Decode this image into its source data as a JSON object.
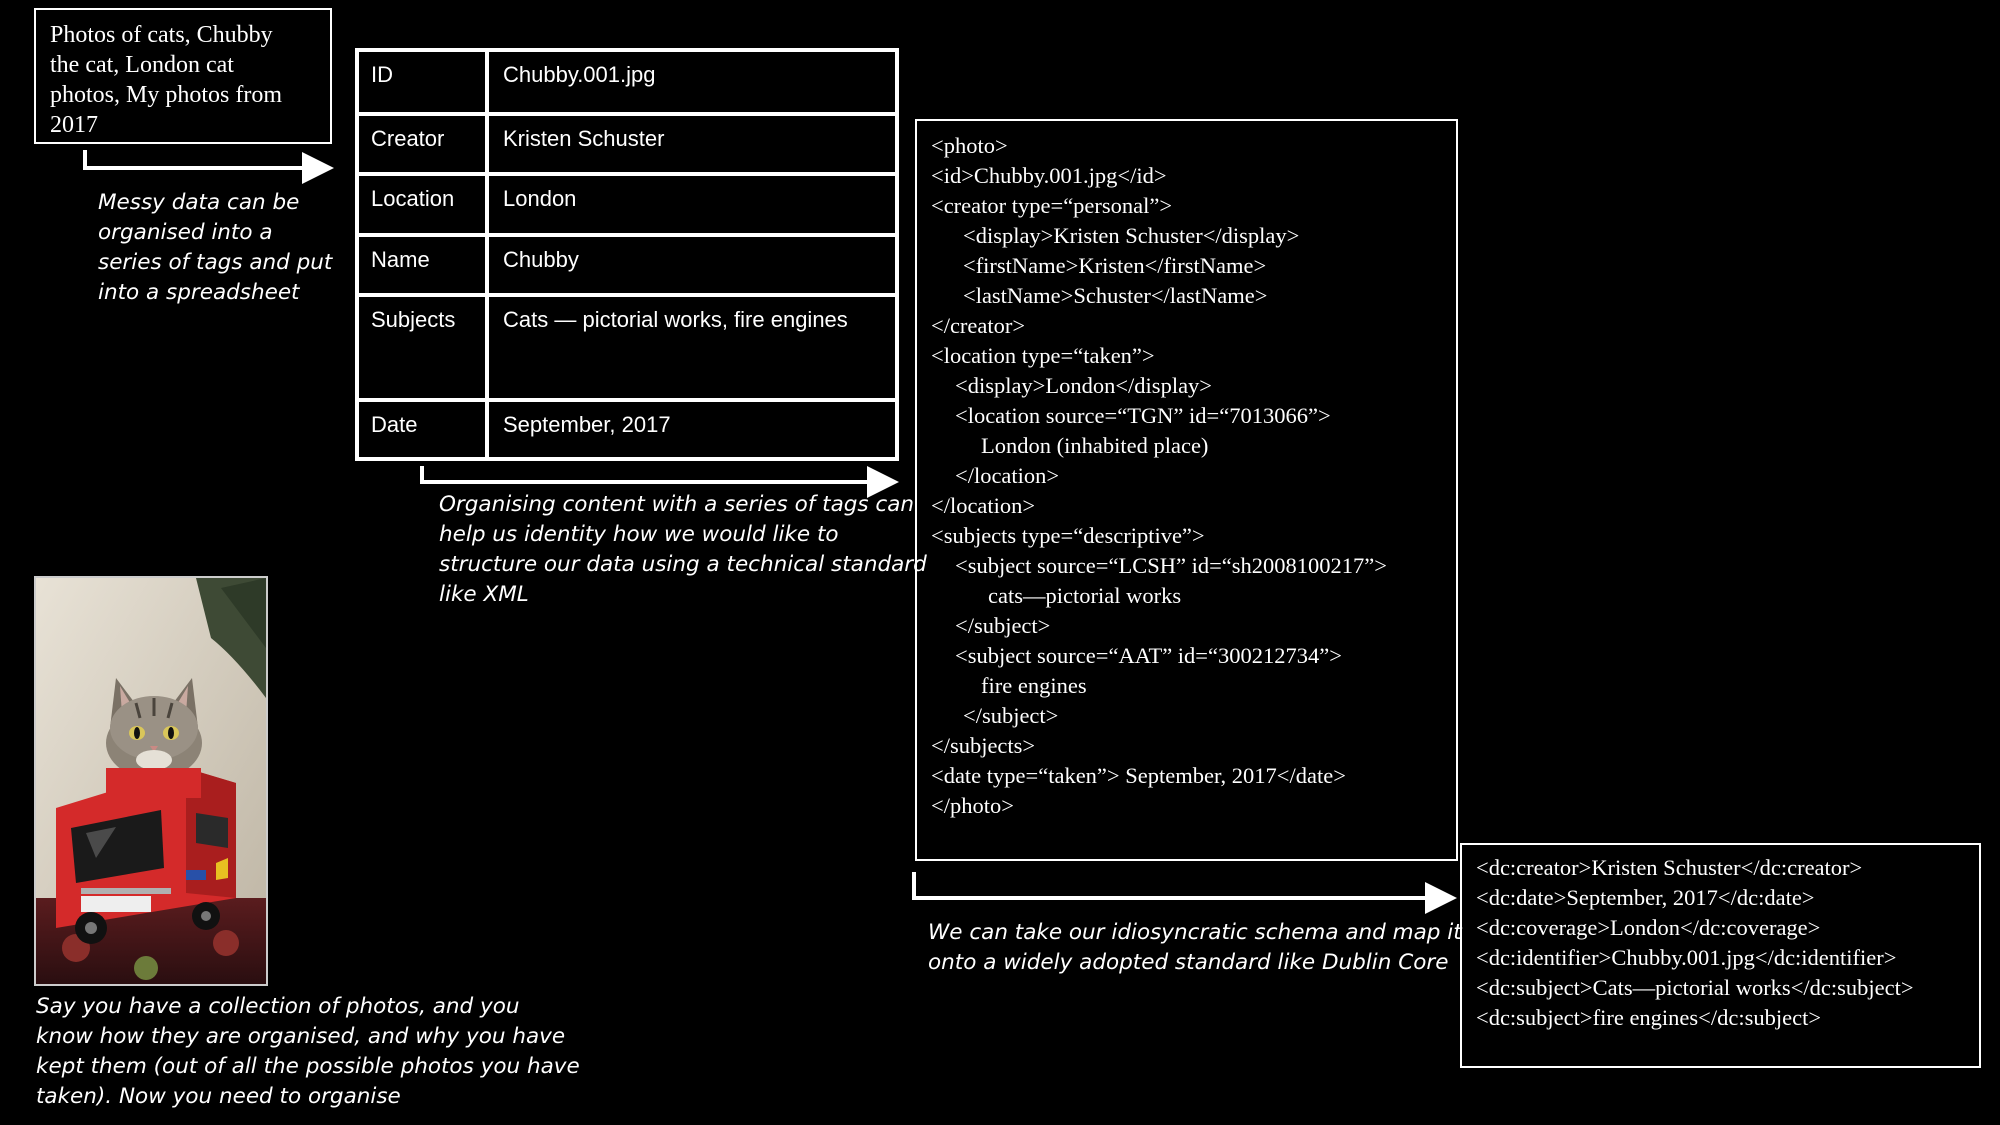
{
  "messy_box": {
    "lines": [
      "Photos of cats, Chubby",
      "the cat, London cat",
      "photos, My photos from",
      "2017"
    ]
  },
  "caption_messy": {
    "lines": [
      "Messy data can be",
      "organised into a",
      "series of tags and put",
      "into a spreadsheet"
    ]
  },
  "tag_table": {
    "rows": [
      {
        "key": "ID",
        "value": "Chubby.001.jpg"
      },
      {
        "key": "Creator",
        "value": "Kristen Schuster"
      },
      {
        "key": "Location",
        "value": "London"
      },
      {
        "key": "Name",
        "value": "Chubby"
      },
      {
        "key": "Subjects",
        "value": "Cats — pictorial works, fire engines"
      },
      {
        "key": "Date",
        "value": "September, 2017"
      }
    ]
  },
  "caption_tags": {
    "lines": [
      "Organising content with a series of tags can",
      "help us identity how we would like to",
      "structure our data using a technical standard",
      "like XML"
    ]
  },
  "xml_box": {
    "lines": [
      "<photo>",
      "<id>Chubby.001.jpg</id>",
      "<creator type=“personal”>",
      "<display>Kristen Schuster</display>",
      "<firstName>Kristen</firstName>",
      "<lastName>Schuster</lastName>",
      "</creator>",
      "<location type=“taken”>",
      "<display>London</display>",
      "<location source=“TGN” id=“7013066”>",
      "London (inhabited place)",
      "</location>",
      "</location>",
      "<subjects type=“descriptive”>",
      "<subject source=“LCSH” id=“sh2008100217”>",
      "cats—pictorial works",
      "</subject>",
      "<subject source=“AAT” id=“300212734”>",
      "fire engines",
      "</subject>",
      "</subjects>",
      "<date type=“taken”> September, 2017</date>",
      "</photo>"
    ]
  },
  "caption_dc": {
    "lines": [
      "We can take our idiosyncratic schema and map it",
      "onto a widely adopted standard like Dublin Core"
    ]
  },
  "dc_box": {
    "lines": [
      "<dc:creator>Kristen Schuster</dc:creator>",
      "<dc:date>September, 2017</dc:date>",
      "<dc:coverage>London</dc:coverage>",
      "<dc:identifier>Chubby.001.jpg</dc:identifier>",
      "<dc:subject>Cats—pictorial works</dc:subject>",
      "<dc:subject>fire engines</dc:subject>"
    ]
  },
  "caption_photo": {
    "lines": [
      "Say you have a collection of photos, and you",
      "know how they are organised, and why you have",
      "kept them (out of all the possible photos you have",
      "taken). Now you need to organise"
    ]
  },
  "colors": {
    "background": "#000000",
    "foreground": "#ffffff",
    "truck_red": "#d42a2a"
  }
}
